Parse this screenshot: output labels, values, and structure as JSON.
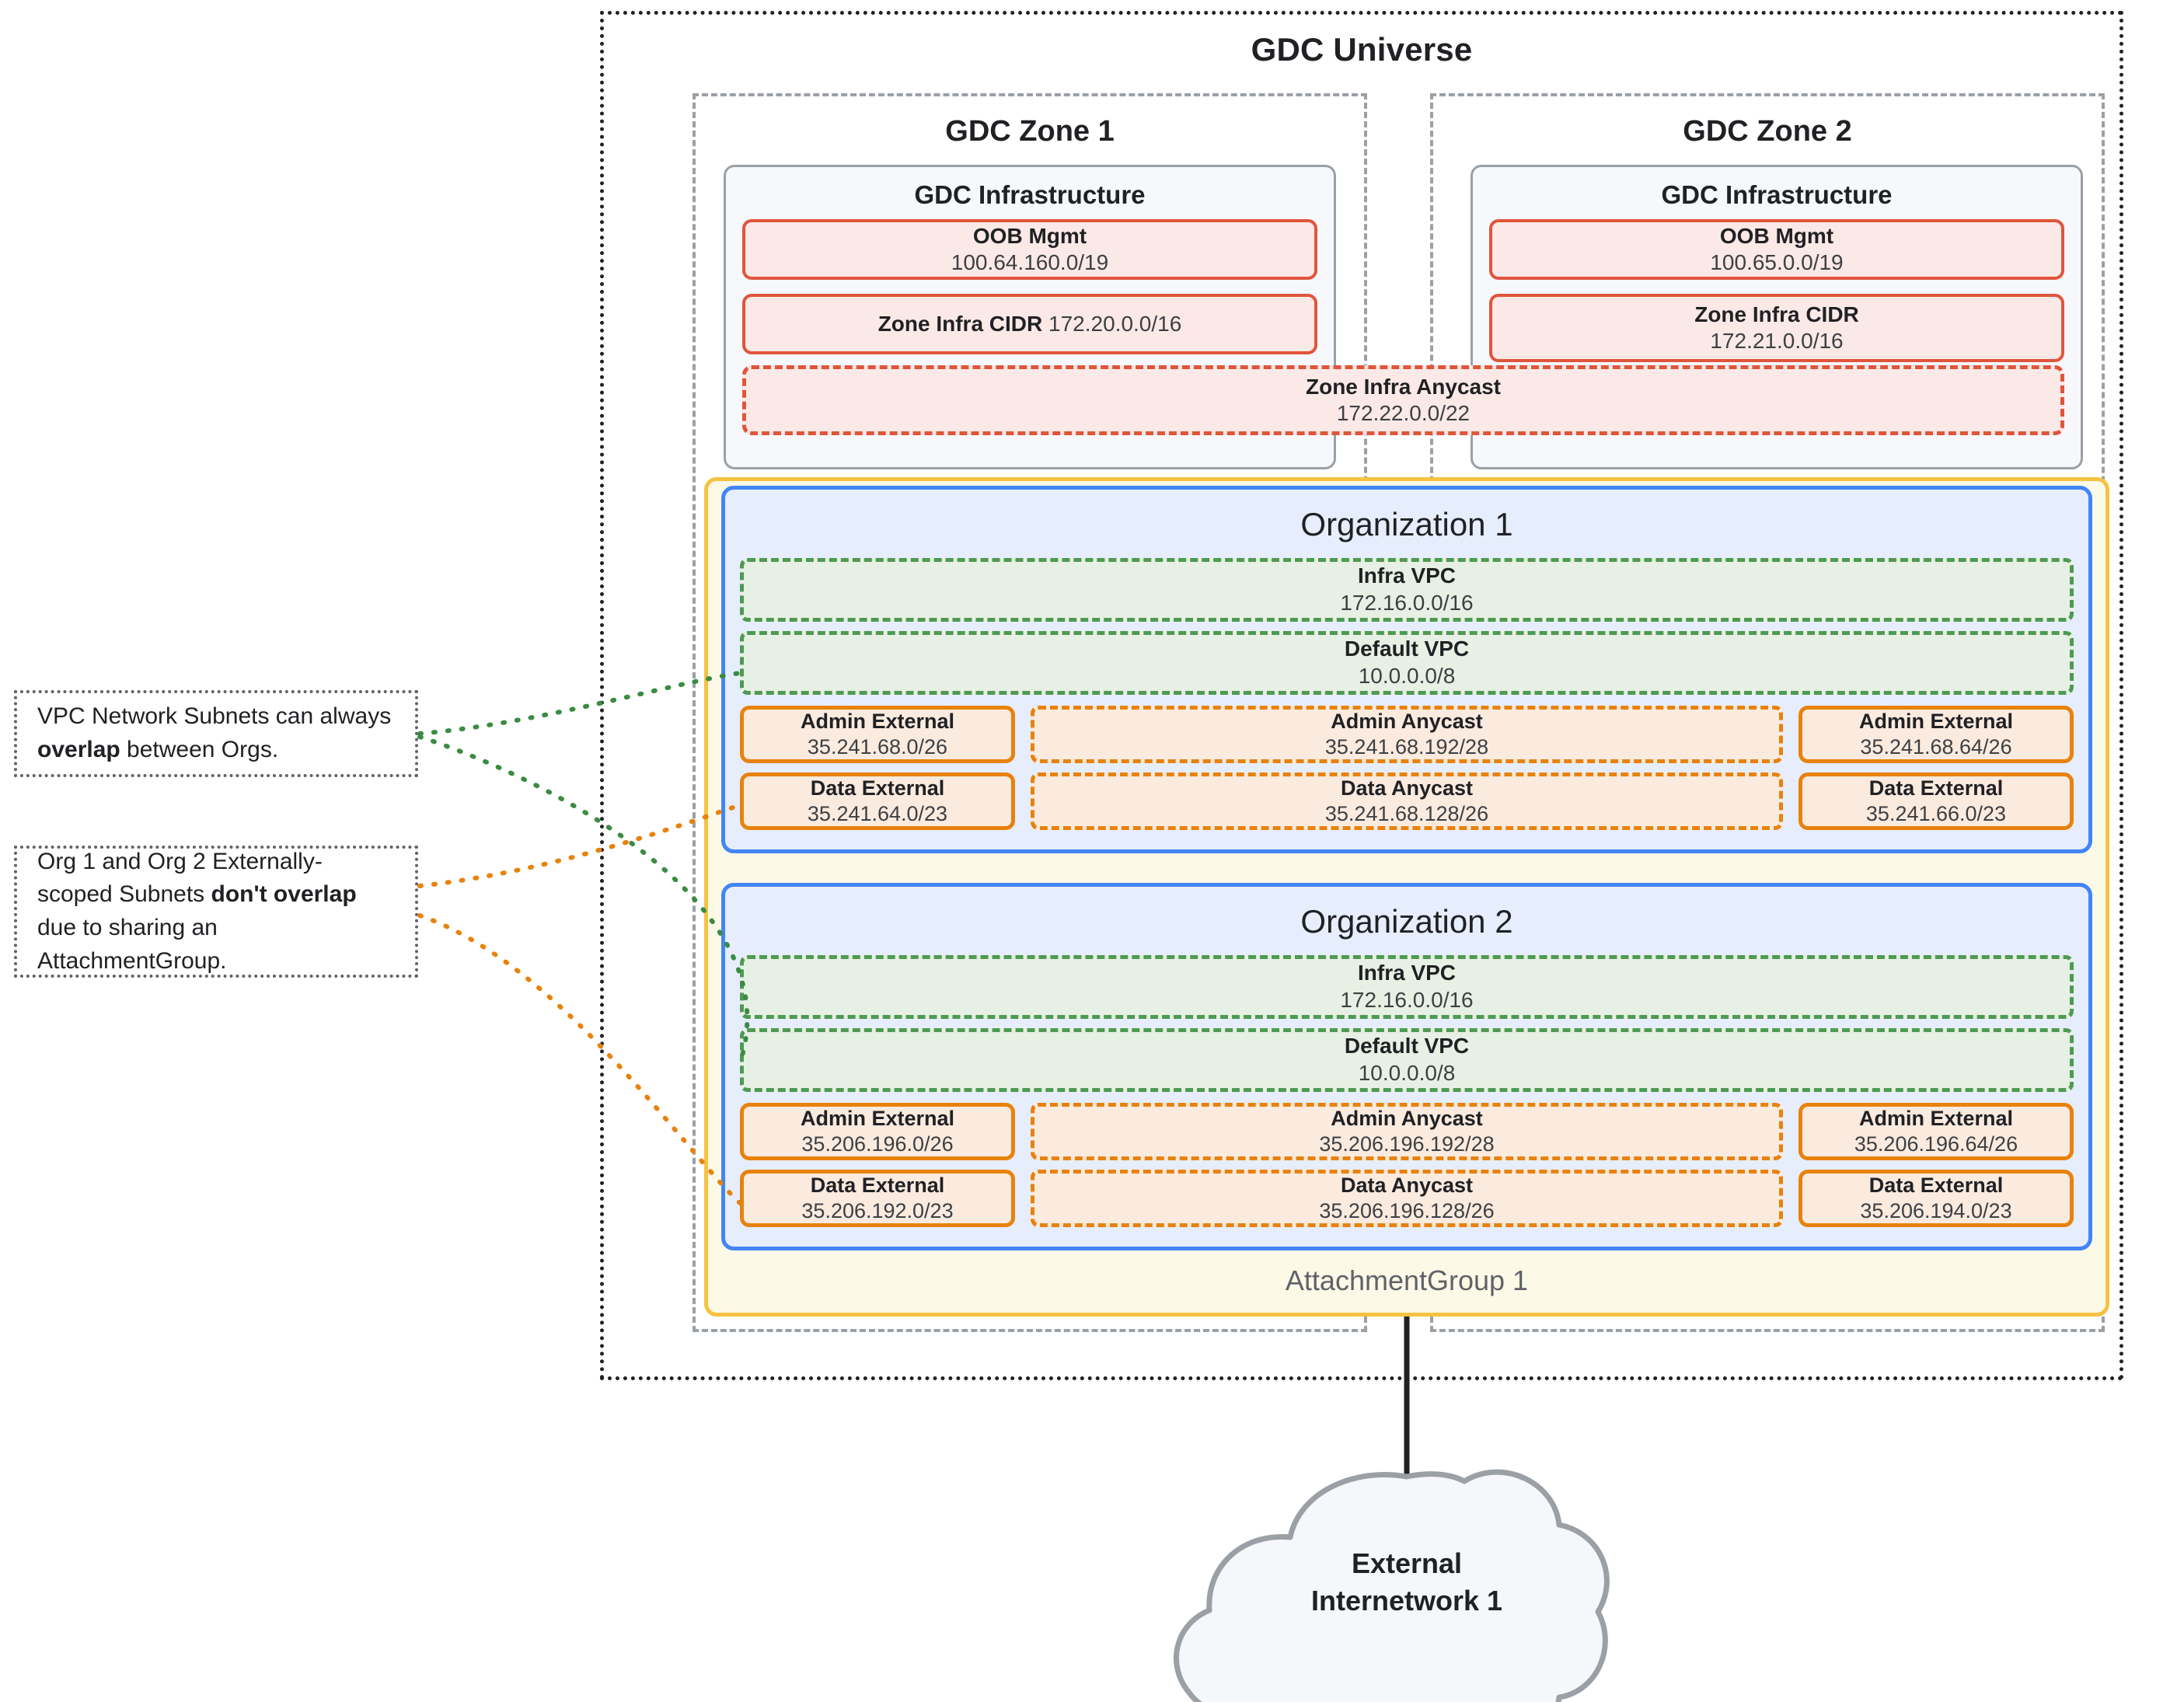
{
  "universe": {
    "title": "GDC Universe"
  },
  "zones": [
    {
      "title": "GDC Zone 1",
      "infra_title": "GDC Infrastructure",
      "oob": {
        "label": "OOB Mgmt",
        "cidr": "100.64.160.0/19"
      },
      "zone_infra_cidr": {
        "label": "Zone Infra CIDR",
        "cidr": "172.20.0.0/16",
        "inline": true
      }
    },
    {
      "title": "GDC Zone 2",
      "infra_title": "GDC Infrastructure",
      "oob": {
        "label": "OOB Mgmt",
        "cidr": "100.65.0.0/19"
      },
      "zone_infra_cidr": {
        "label": "Zone Infra CIDR",
        "cidr": "172.21.0.0/16",
        "inline": false
      }
    }
  ],
  "zone_infra_anycast": {
    "label": "Zone Infra Anycast",
    "cidr": "172.22.0.0/22"
  },
  "attachment_group": {
    "label": "AttachmentGroup 1"
  },
  "organizations": [
    {
      "title": "Organization 1",
      "vpcs": [
        {
          "label": "Infra VPC",
          "cidr": "172.16.0.0/16"
        },
        {
          "label": "Default VPC",
          "cidr": "10.0.0.0/8"
        }
      ],
      "admin_row": [
        {
          "label": "Admin External",
          "cidr": "35.241.68.0/26",
          "style": "solid"
        },
        {
          "label": "Admin Anycast",
          "cidr": "35.241.68.192/28",
          "style": "dashed"
        },
        {
          "label": "Admin External",
          "cidr": "35.241.68.64/26",
          "style": "solid"
        }
      ],
      "data_row": [
        {
          "label": "Data External",
          "cidr": "35.241.64.0/23",
          "style": "solid"
        },
        {
          "label": "Data Anycast",
          "cidr": "35.241.68.128/26",
          "style": "dashed"
        },
        {
          "label": "Data External",
          "cidr": "35.241.66.0/23",
          "style": "solid"
        }
      ]
    },
    {
      "title": "Organization 2",
      "vpcs": [
        {
          "label": "Infra VPC",
          "cidr": "172.16.0.0/16"
        },
        {
          "label": "Default VPC",
          "cidr": "10.0.0.0/8"
        }
      ],
      "admin_row": [
        {
          "label": "Admin External",
          "cidr": "35.206.196.0/26",
          "style": "solid"
        },
        {
          "label": "Admin Anycast",
          "cidr": "35.206.196.192/28",
          "style": "dashed"
        },
        {
          "label": "Admin External",
          "cidr": "35.206.196.64/26",
          "style": "solid"
        }
      ],
      "data_row": [
        {
          "label": "Data External",
          "cidr": "35.206.192.0/23",
          "style": "solid"
        },
        {
          "label": "Data Anycast",
          "cidr": "35.206.196.128/26",
          "style": "dashed"
        },
        {
          "label": "Data External",
          "cidr": "35.206.194.0/23",
          "style": "solid"
        }
      ]
    }
  ],
  "callouts": [
    {
      "text_before": "VPC Network Subnets can always ",
      "text_bold": "overlap",
      "text_after": " between Orgs.",
      "connector_color": "#3a8b43"
    },
    {
      "text_before": "Org 1 and Org 2 Externally-scoped Subnets ",
      "text_bold": "don't overlap",
      "text_after": " due to sharing an AttachmentGroup.",
      "connector_color": "#e8820c"
    }
  ],
  "external_network": {
    "line1": "External",
    "line2": "Internetwork 1"
  },
  "colors": {
    "universe_border": "#202124",
    "zone_border": "#9aa0a6",
    "infra_border": "#9aa0a6",
    "infra_fill": "#f6f8fb",
    "red_border": "#e0553b",
    "red_fill": "#fbe9e7",
    "attachgroup_border": "#f5c242",
    "attachgroup_fill": "#fdf9e7",
    "org_border": "#4285f4",
    "org_fill": "#e6edfd",
    "vpc_border": "#4e9a51",
    "vpc_fill": "#e7f0e4",
    "subnet_border": "#e8820c",
    "subnet_fill": "#fbeade",
    "cloud_border": "#9aa0a6",
    "cloud_fill": "#f5f7fa"
  }
}
